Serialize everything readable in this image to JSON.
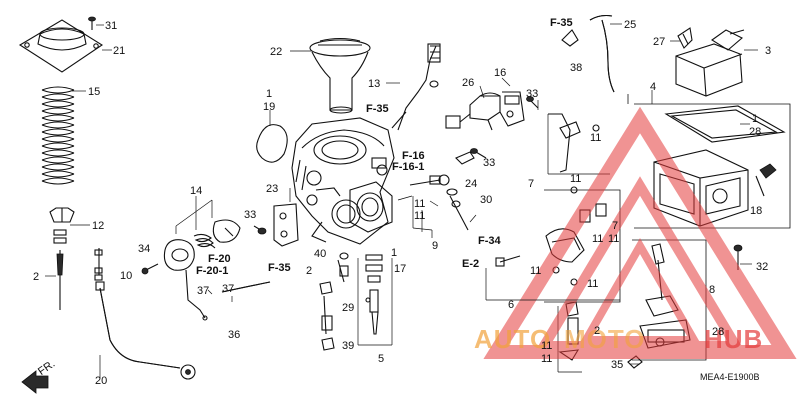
{
  "diagram": {
    "code": "MEA4-E1900B",
    "front_label": "FR.",
    "watermark": {
      "left": "AUTO",
      "mid": "MOTO",
      "right": "HUB",
      "color_left": "#f2a23a",
      "color_right": "#e43b3b"
    }
  },
  "callouts": {
    "n1a": "1",
    "n1b": "1",
    "n1c": "1",
    "n2a": "2",
    "n2b": "2",
    "n2c": "2",
    "n3": "3",
    "n4": "4",
    "n5": "5",
    "n6": "6",
    "n7a": "7",
    "n7b": "7",
    "n8": "8",
    "n9": "9",
    "n10": "10",
    "n11a": "11",
    "n11b": "11",
    "n11c": "11",
    "n11d": "11",
    "n11e": "11",
    "n11f": "11",
    "n11g": "11",
    "n11h": "11",
    "n11i": "11",
    "n11j": "11",
    "n12": "12",
    "n13": "13",
    "n14": "14",
    "n15": "15",
    "n16": "16",
    "n17": "17",
    "n18": "18",
    "n19": "19",
    "n20": "20",
    "n21": "21",
    "n22": "22",
    "n23": "23",
    "n24": "24",
    "n25": "25",
    "n26": "26",
    "n27": "27",
    "n28a": "28",
    "n28b": "28",
    "n29": "29",
    "n30": "30",
    "n31": "31",
    "n32": "32",
    "n33a": "33",
    "n33b": "33",
    "n33c": "33",
    "n34": "34",
    "n35": "35",
    "n36": "36",
    "n37a": "37",
    "n37b": "37",
    "n38": "38",
    "n39": "39",
    "n40": "40"
  },
  "refs": {
    "f35a": "F-35",
    "f35b": "F-35",
    "f35c": "F-35",
    "f16": "F-16",
    "f161": "F-16-1",
    "f20": "F-20",
    "f201": "F-20-1",
    "f34": "F-34",
    "e2": "E-2"
  }
}
